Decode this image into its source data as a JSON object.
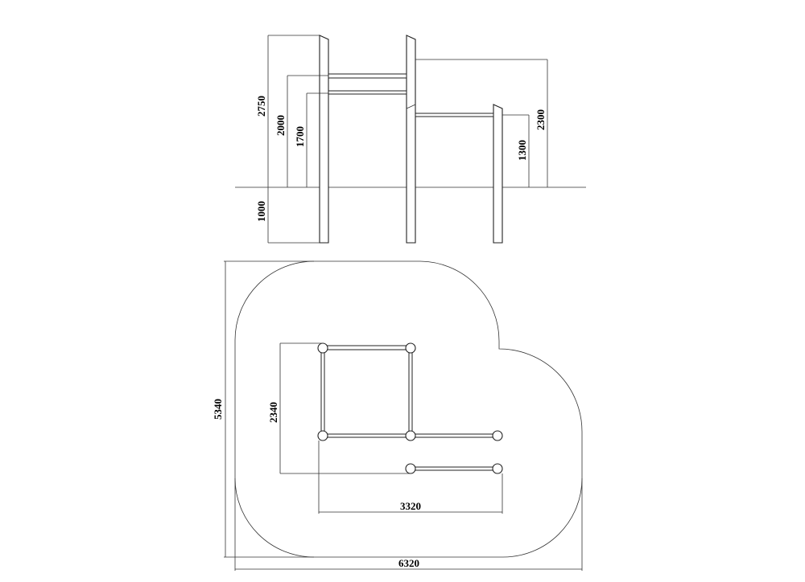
{
  "elevation": {
    "dimensions": {
      "post_height": "2750",
      "upper_bar_height": "2000",
      "lower_bar_height": "1700",
      "buried_depth": "1000",
      "side_post_height": "2300",
      "low_bar_height": "1300"
    }
  },
  "plan": {
    "dimensions": {
      "inner_depth": "2340",
      "inner_width": "3320",
      "overall_depth": "5340",
      "overall_width": "6320"
    }
  }
}
